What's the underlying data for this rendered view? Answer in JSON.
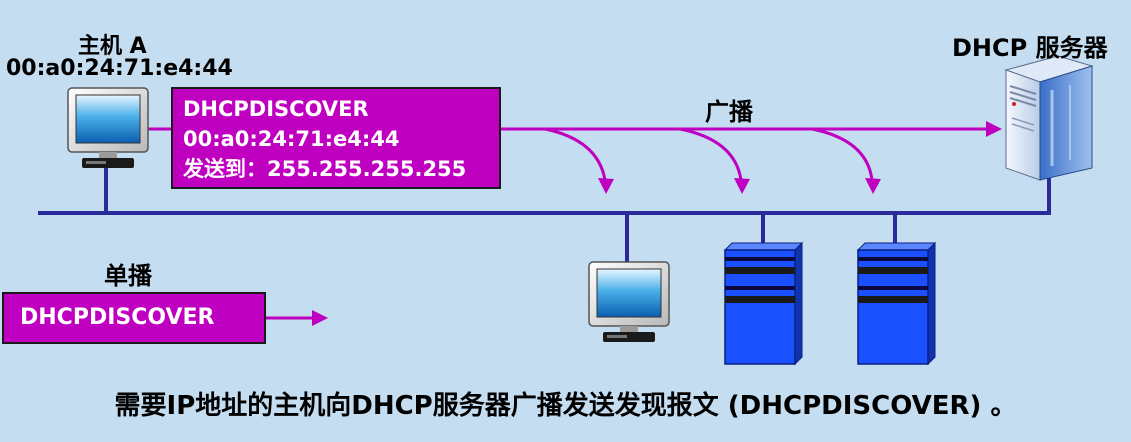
{
  "hostA": {
    "name": "主机 A",
    "mac": "00:a0:24:71:e4:44"
  },
  "server": {
    "title": "DHCP 服务器"
  },
  "broadcast_label": "广播",
  "unicast_label": "单播",
  "message": {
    "line1": "DHCPDISCOVER",
    "line2": "00:a0:24:71:e4:44",
    "line3": "发送到：255.255.255.255"
  },
  "unicast_box": "DHCPDISCOVER",
  "caption": "需要IP地址的主机向DHCP服务器广播发送发现报文 (DHCPDISCOVER) 。",
  "colors": {
    "message_bg": "#c000c0",
    "network_line": "#2a2a9a",
    "arrow": "#c000c0",
    "background": "#c5ddf0",
    "server_blue": "#1a50ff"
  },
  "icons": [
    "computer-icon",
    "server-tower-icon"
  ]
}
